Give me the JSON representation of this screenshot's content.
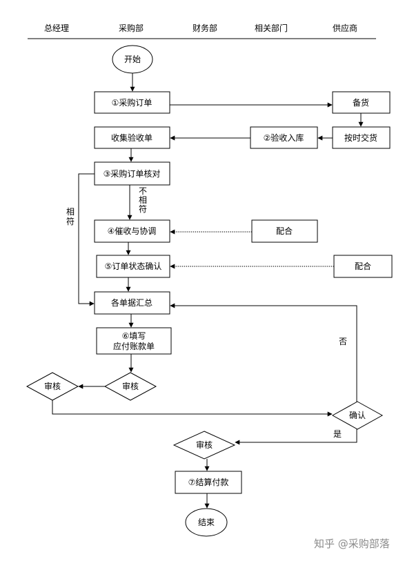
{
  "lanes": [
    "总经理",
    "采购部",
    "财务部",
    "相关部门",
    "供应商"
  ],
  "nodes": {
    "start": "开始",
    "purchase_order": "①采购订单",
    "stock_up": "备货",
    "deliver_on_time": "按时交货",
    "inspect_warehouse": "②验收入库",
    "collect_receipt": "收集验收单",
    "order_check": "③采购订单核对",
    "urge_coordinate": "④催收与协调",
    "cooperate_dept": "配合",
    "order_status": "⑤订单状态确认",
    "cooperate_supplier": "配合",
    "summarize_docs": "各单据汇总",
    "fill_payable_1": "⑥填写",
    "fill_payable_2": "应付账款单",
    "review_purchase": "审核",
    "review_gm": "审核",
    "confirm": "确认",
    "review_finance": "审核",
    "settle_payment": "⑦结算付款",
    "end": "结束"
  },
  "labels": {
    "mismatch": [
      "不",
      "相",
      "符"
    ],
    "match": [
      "相",
      "符"
    ],
    "no": "否",
    "yes": "是"
  },
  "watermark": "知乎 @采购部落"
}
